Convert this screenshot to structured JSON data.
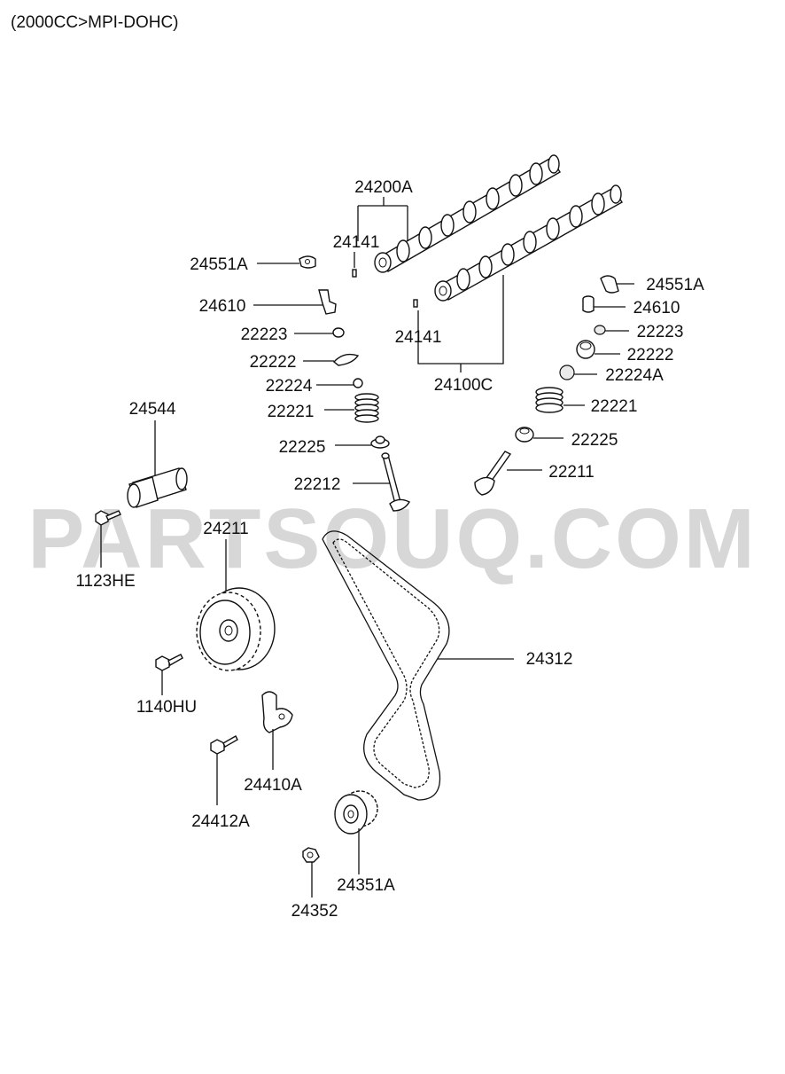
{
  "header": {
    "title": "(2000CC>MPI-DOHC)"
  },
  "watermark": {
    "text": "PARTSOUQ.COM",
    "color": "#d7d7d7"
  },
  "labels": {
    "l24200A": "24200A",
    "l24141_top": "24141",
    "l24551A_left": "24551A",
    "l24610_left": "24610",
    "l22223_left": "22223",
    "l22222_left": "22222",
    "l22224_left": "22224",
    "l22221_left": "22221",
    "l22225_left": "22225",
    "l22212": "22212",
    "l24141_bottom": "24141",
    "l24100C": "24100C",
    "l24551A_right": "24551A",
    "l24610_right": "24610",
    "l22223_right": "22223",
    "l22222_right": "22222",
    "l22224A": "22224A",
    "l22221_right": "22221",
    "l22225_right": "22225",
    "l22211": "22211",
    "l24544": "24544",
    "l1123HE": "1123HE",
    "l24211": "24211",
    "l24312": "24312",
    "l1140HU": "1140HU",
    "l24410A": "24410A",
    "l24412A": "24412A",
    "l24351A": "24351A",
    "l24352": "24352"
  }
}
